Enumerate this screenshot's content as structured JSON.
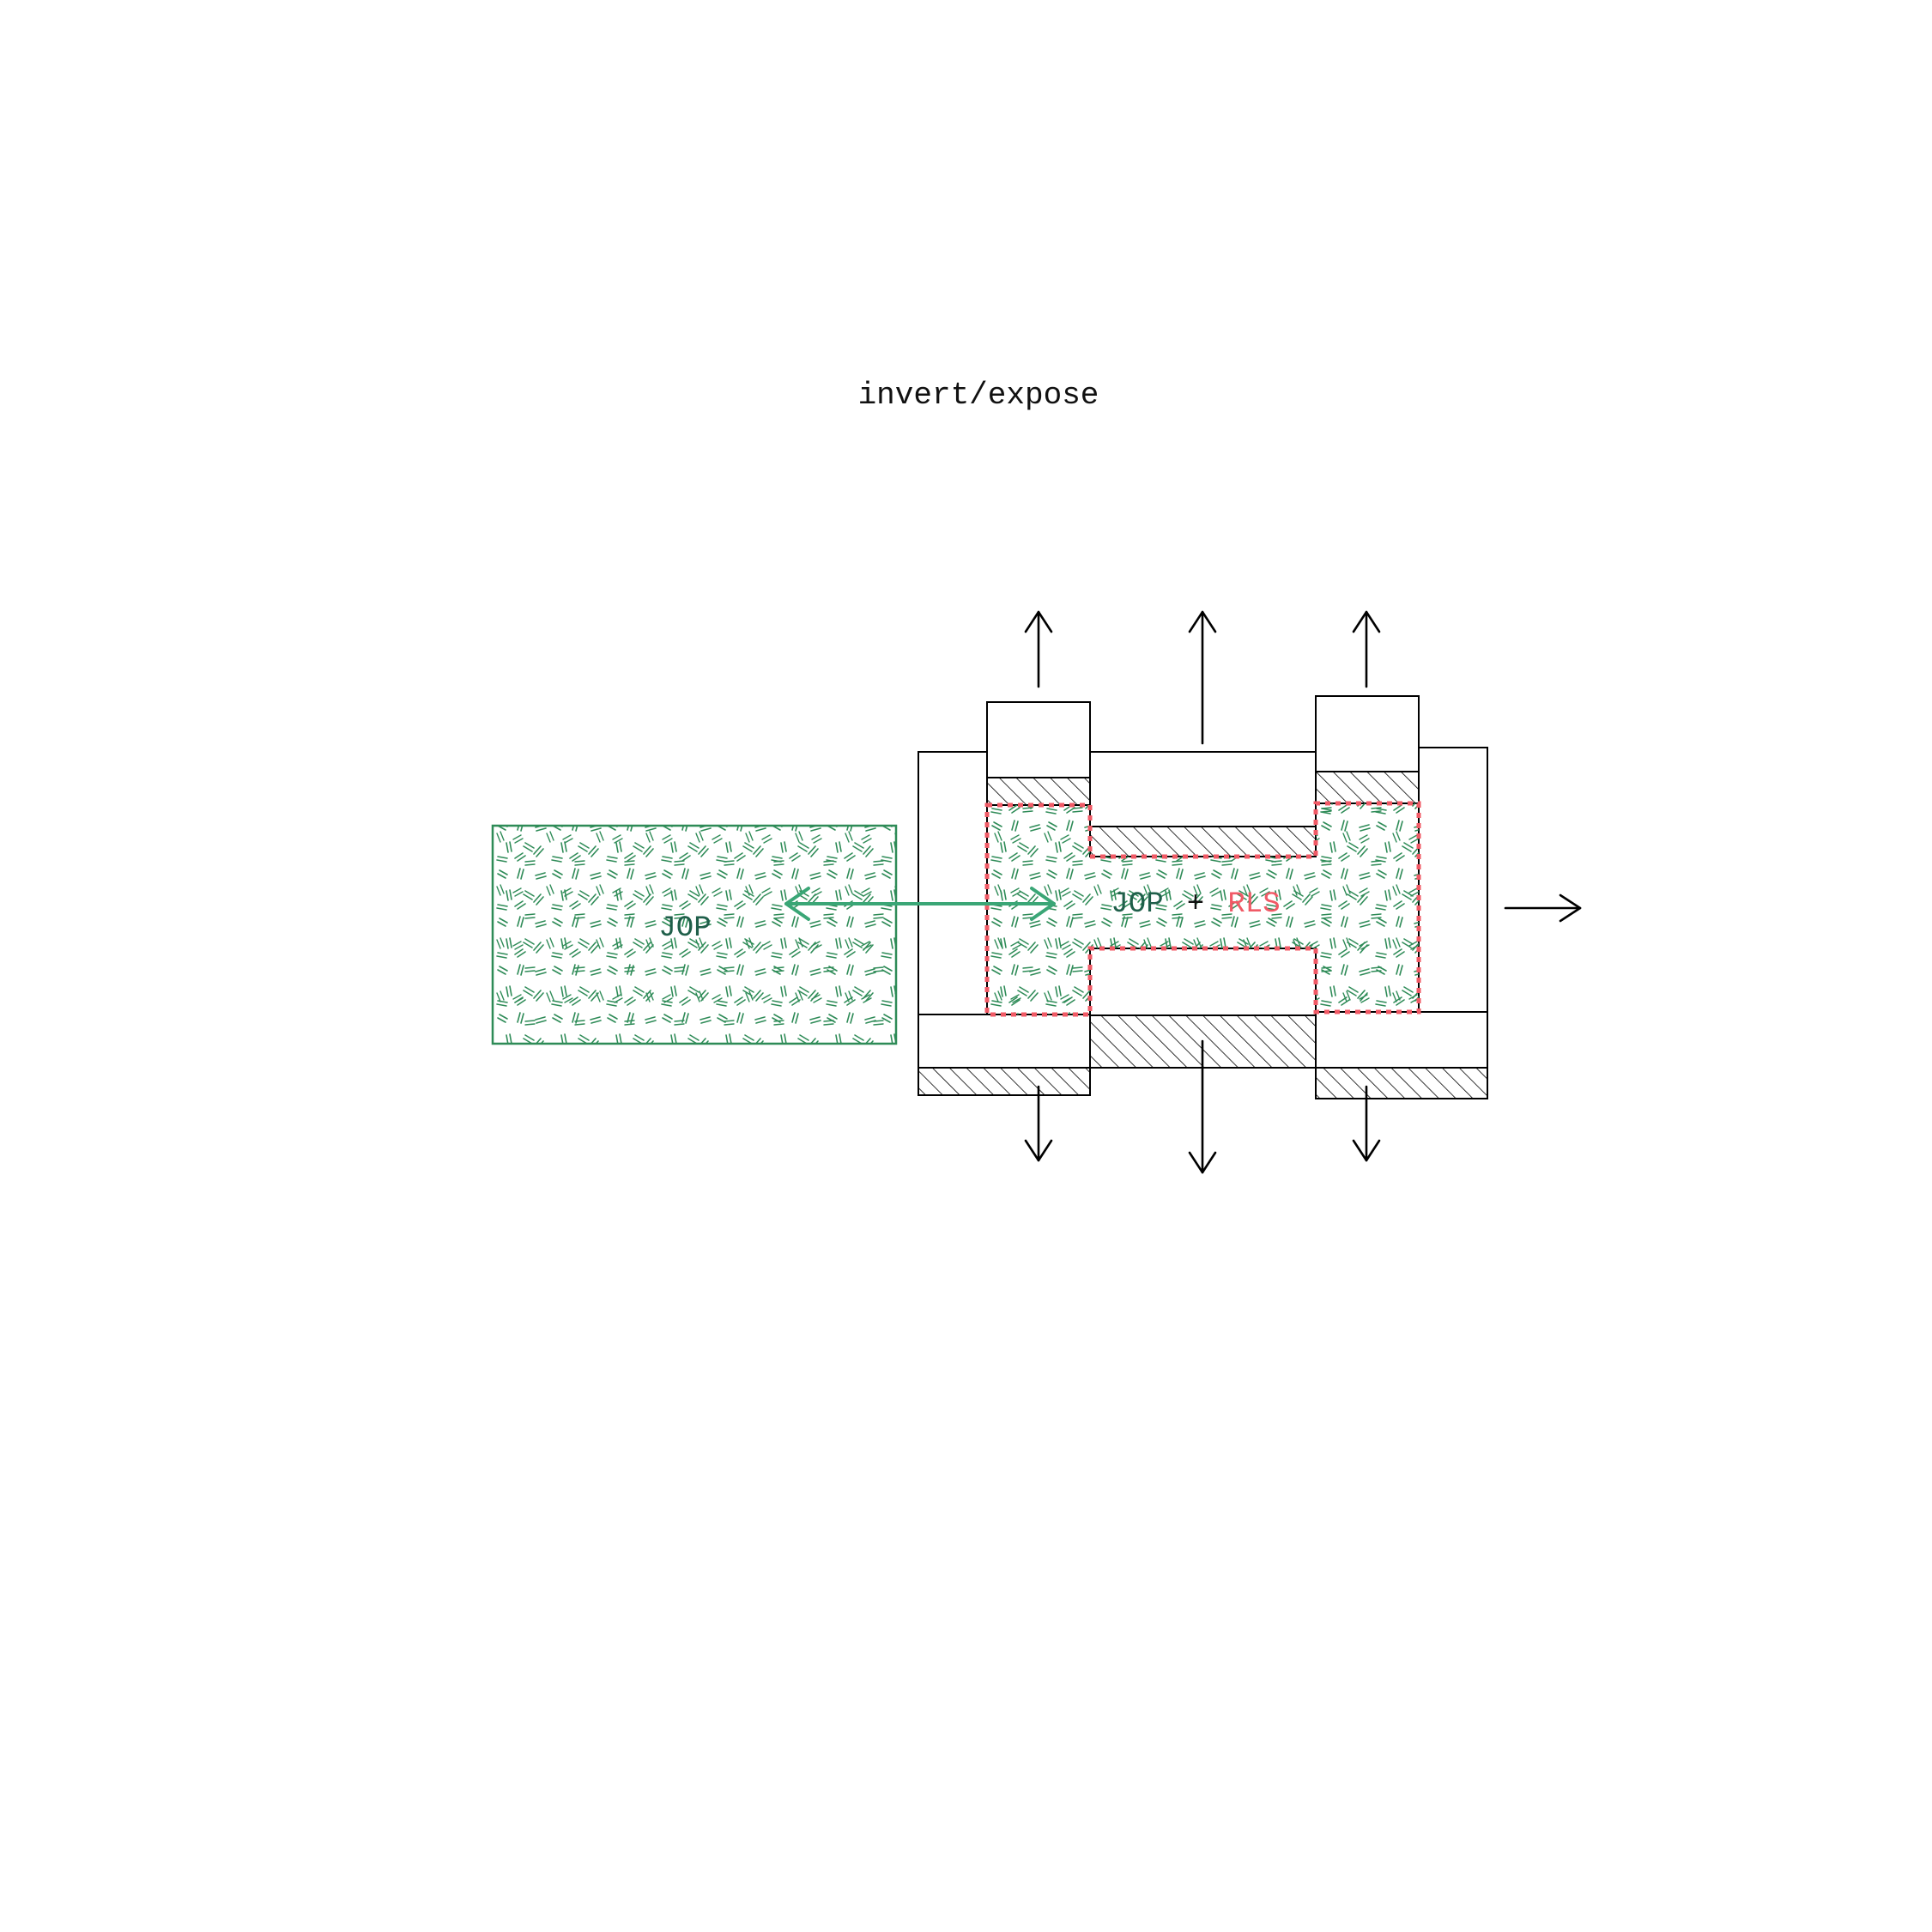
{
  "title": "invert/expose",
  "left_block": {
    "label": "JOP"
  },
  "combined_block": {
    "label_jop": "JOP",
    "label_plus": "+",
    "label_rls": "RLS"
  },
  "colors": {
    "jop_green": "#2e8b57",
    "jop_text": "#1f5f4a",
    "rls_red": "#f05a66",
    "arrow_green": "#3aa676",
    "outline": "#000000"
  },
  "icons": {
    "exchange": "double-arrow-icon",
    "flow": "arrow-icon"
  }
}
